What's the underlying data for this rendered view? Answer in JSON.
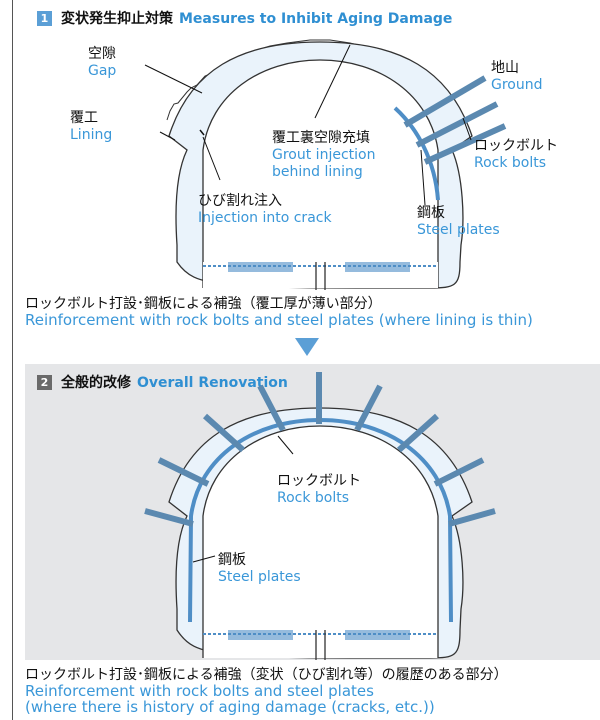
{
  "colors": {
    "accent": "#2f8fd2",
    "badge": "#5b9fd6",
    "tunnel_fill": "#eaf3fb",
    "steel": "#4f8ec6",
    "bolt": "#5b89b0"
  },
  "section1": {
    "number": "1",
    "title_jp": "変状発生抑止対策",
    "title_en": "Measures to Inhibit Aging Damage",
    "labels": {
      "gap": {
        "jp": "空隙",
        "en": "Gap"
      },
      "ground": {
        "jp": "地山",
        "en": "Ground"
      },
      "lining": {
        "jp": "覆工",
        "en": "Lining"
      },
      "grout": {
        "jp": "覆工裏空隙充填",
        "en1": "Grout injection",
        "en2": "behind lining"
      },
      "rockbolts": {
        "jp": "ロックボルト",
        "en": "Rock bolts"
      },
      "crack": {
        "jp": "ひび割れ注入",
        "en": "Injection into crack"
      },
      "steel": {
        "jp": "鋼板",
        "en": "Steel plates"
      }
    },
    "caption_jp": "ロックボルト打設･鋼板による補強（覆工厚が薄い部分）",
    "caption_en": "Reinforcement with rock bolts and steel plates (where lining is thin)"
  },
  "section2": {
    "number": "2",
    "title_jp": "全般的改修",
    "title_en": "Overall Renovation",
    "labels": {
      "rockbolts": {
        "jp": "ロックボルト",
        "en": "Rock bolts"
      },
      "steel": {
        "jp": "鋼板",
        "en": "Steel plates"
      }
    },
    "caption_jp": "ロックボルト打設･鋼板による補強（変状（ひび割れ等）の履歴のある部分）",
    "caption_en1": "Reinforcement with rock bolts and steel plates",
    "caption_en2": "(where there is history of aging damage (cracks, etc.))"
  }
}
